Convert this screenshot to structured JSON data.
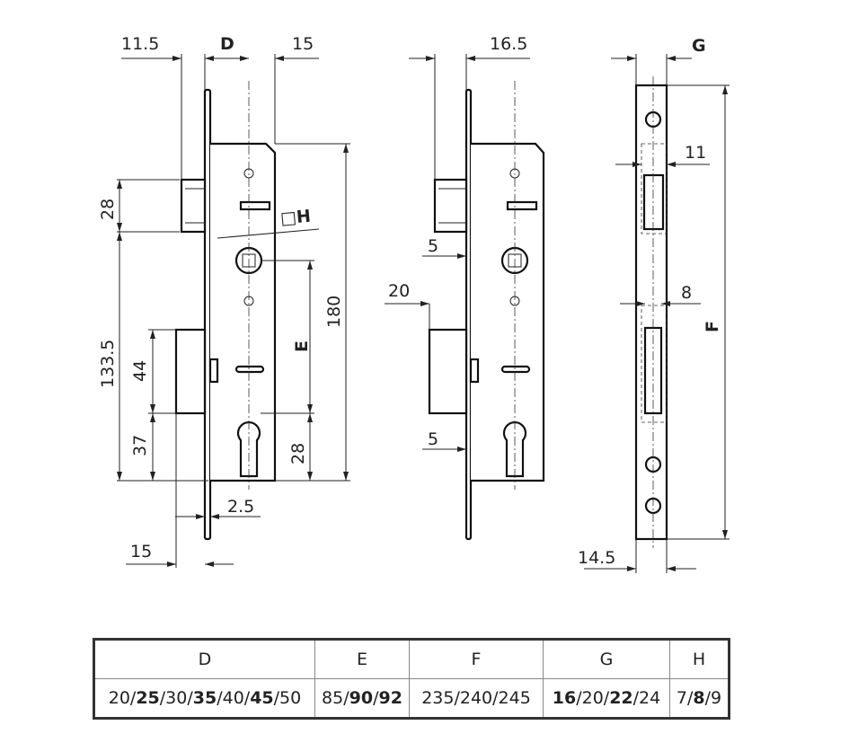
{
  "dimensions": {
    "v1_11_5": "11.5",
    "v1_D": "D",
    "v1_15_top": "15",
    "v1_28_latch": "28",
    "v1_H": "□H",
    "v1_133_5": "133.5",
    "v1_44": "44",
    "v1_37": "37",
    "v1_E": "E",
    "v1_180": "180",
    "v1_28_cyl": "28",
    "v1_2_5": "2.5",
    "v1_15_bottom": "15",
    "v2_16_5": "16.5",
    "v2_5_top": "5",
    "v2_20": "20",
    "v2_5_bottom": "5",
    "v3_G": "G",
    "v3_11": "11",
    "v3_8": "8",
    "v3_F": "F",
    "v3_14_5": "14.5"
  },
  "table": {
    "headers": [
      "D",
      "E",
      "F",
      "G",
      "H"
    ],
    "values": [
      [
        {
          "t": "20/"
        },
        {
          "t": "25",
          "b": true
        },
        {
          "t": "/30/"
        },
        {
          "t": "35",
          "b": true
        },
        {
          "t": "/40/"
        },
        {
          "t": "45",
          "b": true
        },
        {
          "t": "/50"
        }
      ],
      [
        {
          "t": "85/"
        },
        {
          "t": "90",
          "b": true
        },
        {
          "t": "/"
        },
        {
          "t": "92",
          "b": true
        }
      ],
      [
        {
          "t": "235/240/245"
        }
      ],
      [
        {
          "t": "16",
          "b": true
        },
        {
          "t": "/20/"
        },
        {
          "t": "22",
          "b": true
        },
        {
          "t": "/24"
        }
      ],
      [
        {
          "t": "7/"
        },
        {
          "t": "8",
          "b": true
        },
        {
          "t": "/9"
        }
      ]
    ]
  }
}
